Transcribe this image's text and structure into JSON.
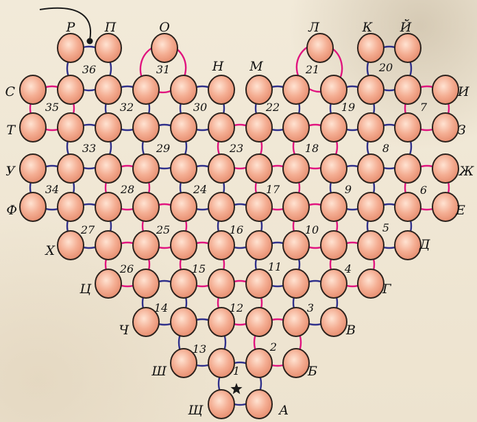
{
  "diagram": {
    "edge_letters": [
      "А",
      "Б",
      "В",
      "Г",
      "Д",
      "Е",
      "Ж",
      "З",
      "И",
      "Й",
      "К",
      "Л",
      "М",
      "Н",
      "О",
      "П",
      "Р",
      "С",
      "Т",
      "У",
      "Ф",
      "Х",
      "Ц",
      "Ч",
      "Ш",
      "Щ"
    ],
    "ring_numbers": [
      "1",
      "2",
      "3",
      "4",
      "5",
      "6",
      "7",
      "8",
      "9",
      "10",
      "11",
      "12",
      "13",
      "14",
      "15",
      "16",
      "17",
      "18",
      "19",
      "20",
      "21",
      "22",
      "23",
      "24",
      "25",
      "26",
      "27",
      "28",
      "29",
      "30",
      "31",
      "32",
      "33",
      "34",
      "35",
      "36"
    ],
    "colors": {
      "background": "#efe6d3",
      "bead_fill": "#f2a88c",
      "bead_edge": "#2a211c",
      "thread_blue": "#2e2f8a",
      "thread_magenta": "#e0137e",
      "thread_start": "#1a1a1a",
      "text": "#111111"
    },
    "start_marker": "star-icon"
  }
}
